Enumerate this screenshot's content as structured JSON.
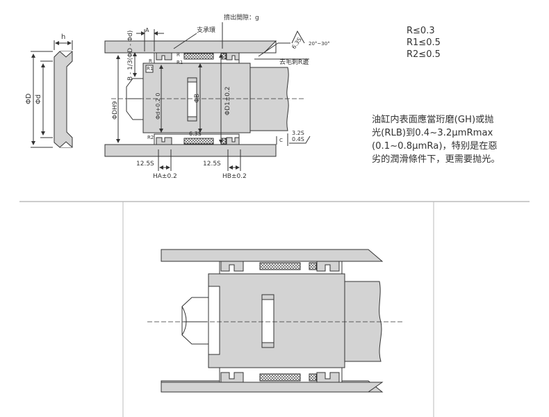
{
  "labels": {
    "h": "h",
    "phi_D": "ΦD",
    "phi_d": "Φd",
    "A": "A",
    "B_formula": "B - 1/3(ΦD - Φd)",
    "support_ring": "支承環",
    "extrusion_gap": "擠出間隙：g",
    "chamfer_angle": "20°~30°",
    "chamfer_surface": "6.3S",
    "deburr": "去毛刺R邊",
    "R": "R",
    "R1": "R1",
    "R2": "R2",
    "phi_DH9": "ΦDH9",
    "phi_d_fit": "Φd+0.2 0",
    "phi_B": "ΦB",
    "phi_D1": "ΦD1±0.2",
    "surf_63": "6.3S",
    "surf_32": "3.2S",
    "surf_04": "0.4S",
    "c": "C",
    "s125_a": "12.5S",
    "s125_b": "12.5S",
    "HA": "HA±0.2",
    "HB": "HB±0.2"
  },
  "tolerances": [
    "R≤0.3",
    "R1≤0.5",
    "R2≤0.5"
  ],
  "note_lines": [
    "油缸内表面應當珩磨(GH)或抛",
    "光(RLB)到0.4~3.2μmRmax",
    "(0.1~0.8μmRa)，特别是在惡",
    "劣的潤滑條件下，更需要抛光。"
  ],
  "colors": {
    "body_fill": "#d3d3d3",
    "line": "#333333",
    "hatch": "#555555"
  }
}
